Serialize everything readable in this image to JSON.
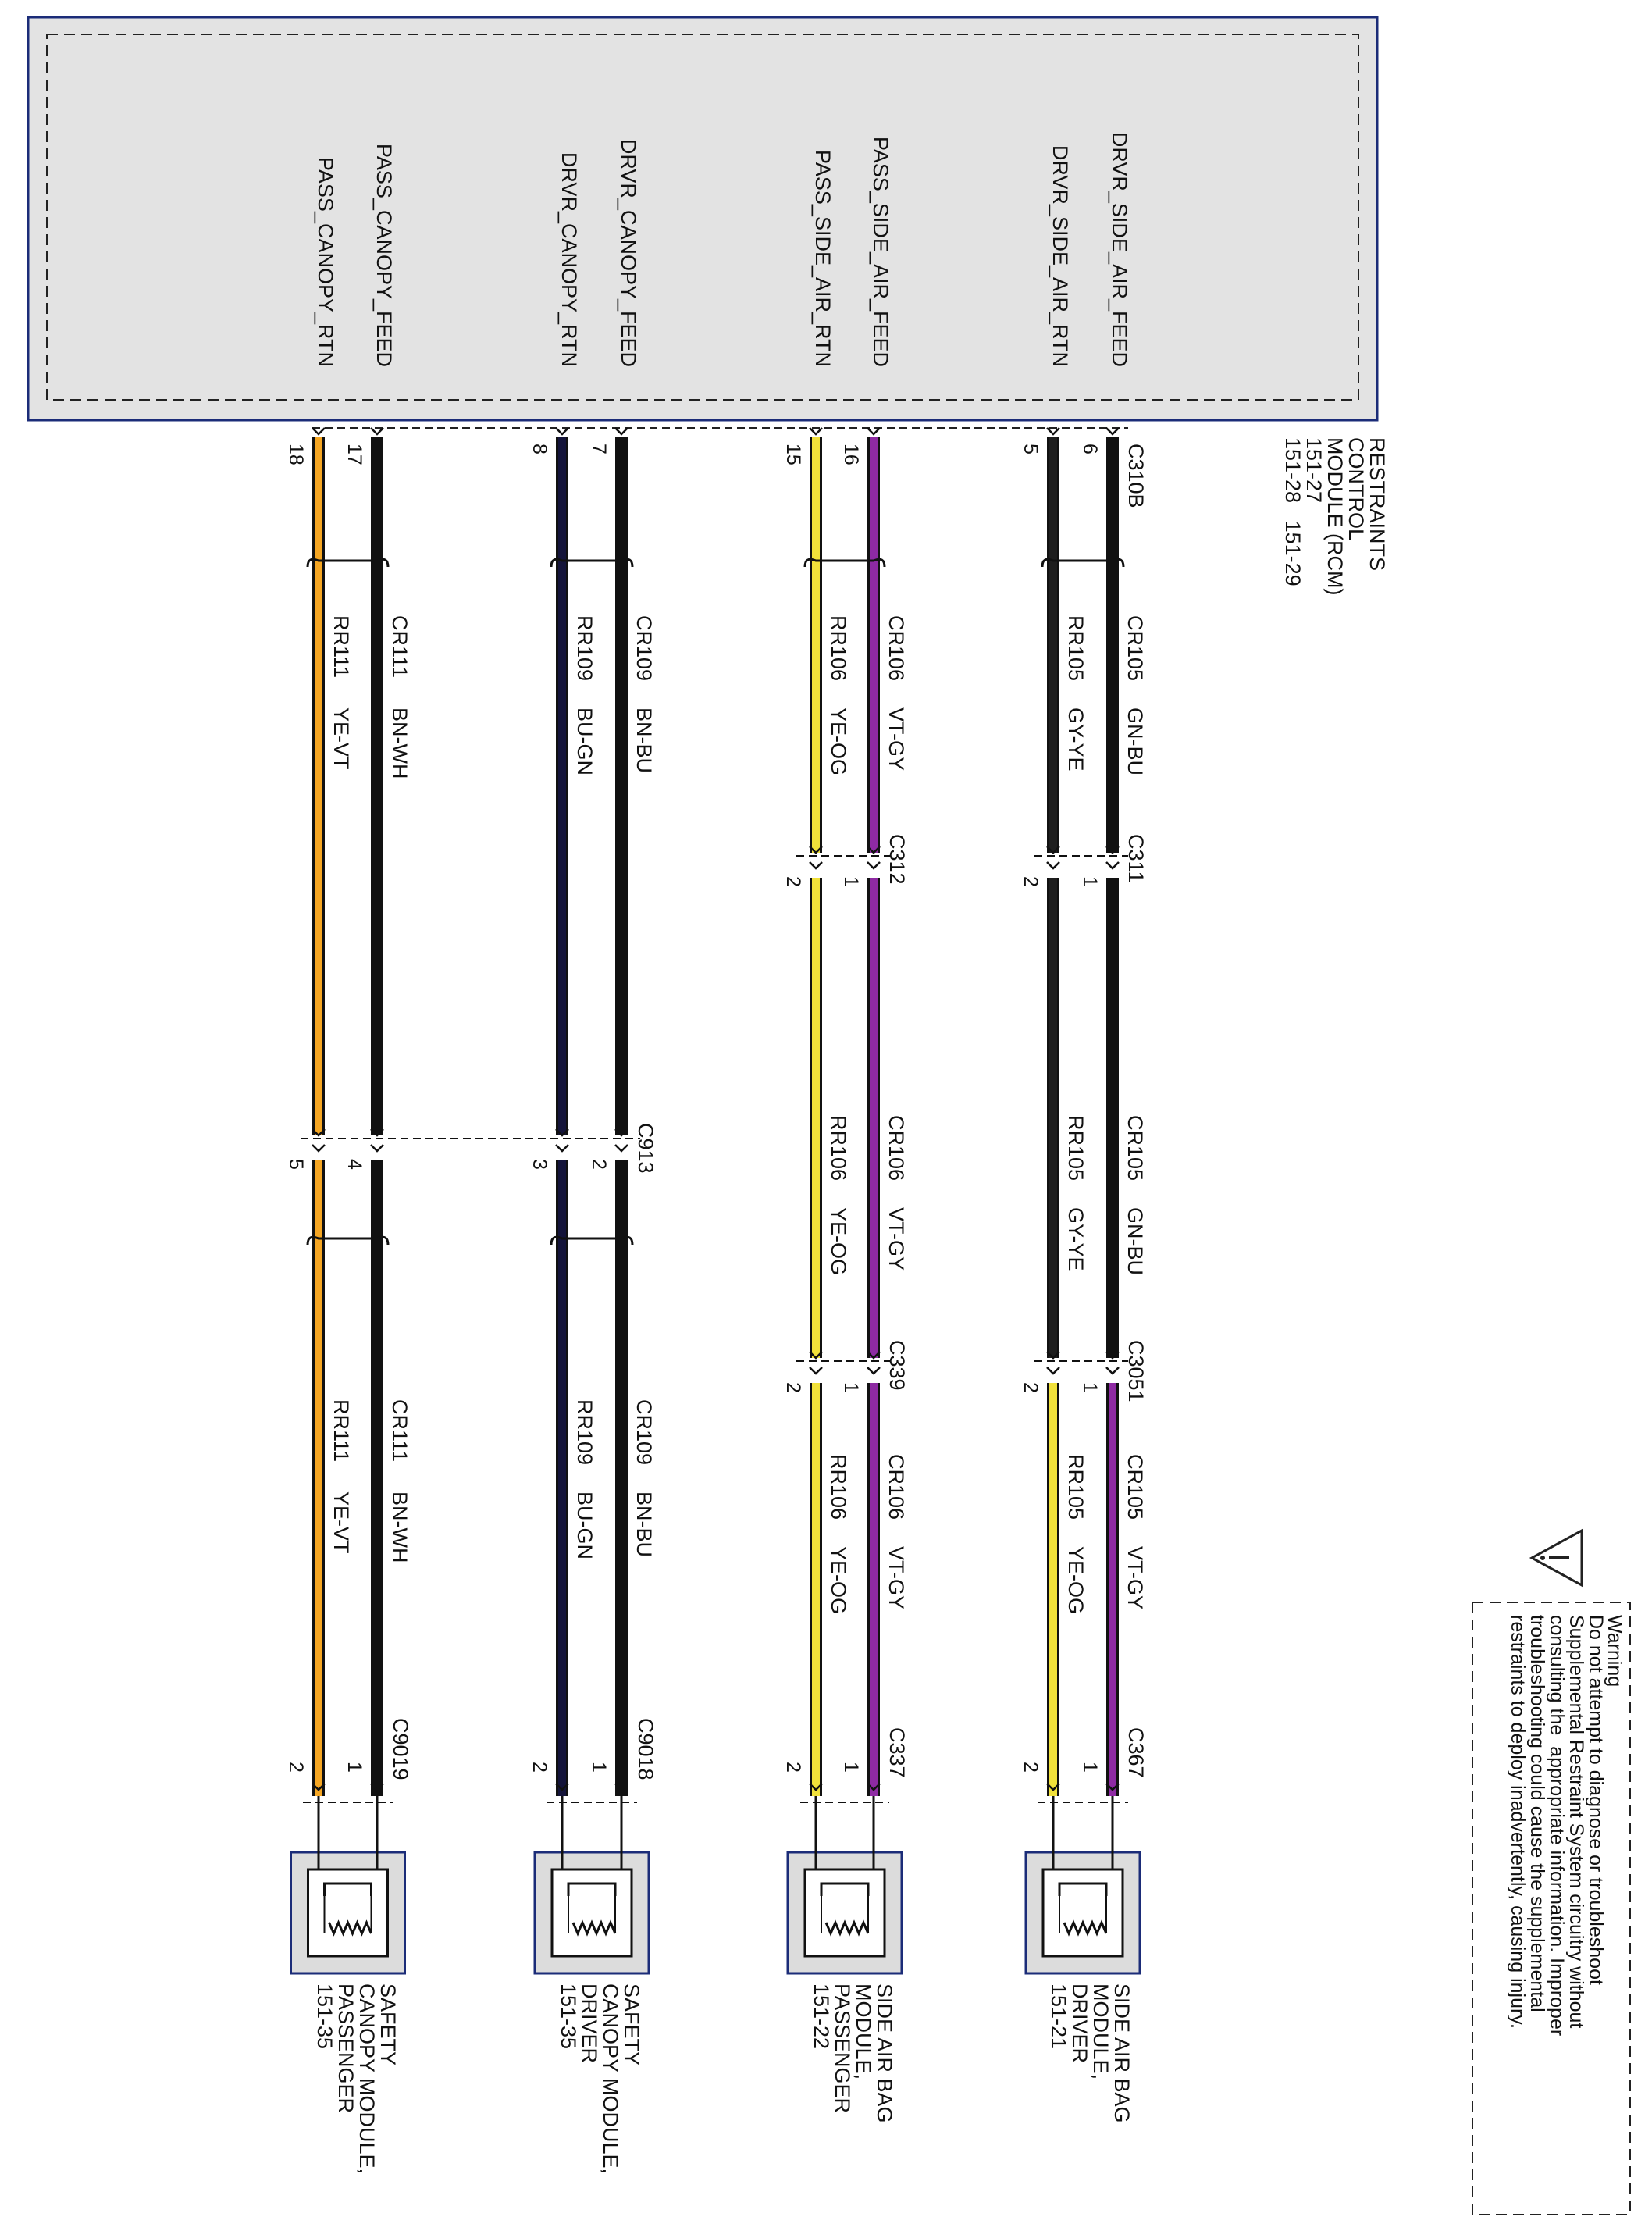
{
  "rcm": {
    "name_lines": [
      "RESTRAINTS",
      "CONTROL",
      "MODULE (RCM)",
      "151-27",
      "151-28   151-29"
    ],
    "connector": "C310B"
  },
  "signals": [
    "DRVR_SIDE_AIR_FEED",
    "DRVR_SIDE_AIR_RTN",
    "PASS_SIDE_AIR_FEED",
    "PASS_SIDE_AIR_RTN",
    "DRVR_CANOPY_FEED",
    "DRVR_CANOPY_RTN",
    "PASS_CANOPY_FEED",
    "PASS_CANOPY_RTN"
  ],
  "rcm_pins": [
    "6",
    "5",
    "16",
    "15",
    "7",
    "8",
    "17",
    "18"
  ],
  "colors": {
    "GN-BU": "#111111",
    "GY-YE": "#1e1e1e",
    "VT-GY": "#8e2aa3",
    "YE-OG": "#f1e13a",
    "BN-BU": "#111111",
    "BU-GN": "#14143a",
    "BN-WH": "#111111",
    "YE-VT": "#f5a623"
  },
  "wires": [
    {
      "s1": {
        "circuit": "CR105",
        "color": "GN-BU"
      },
      "s2": {
        "circuit": "CR105",
        "color": "GN-BU"
      },
      "s3": {
        "circuit": "CR105",
        "color": "VT-GY"
      }
    },
    {
      "s1": {
        "circuit": "RR105",
        "color": "GY-YE"
      },
      "s2": {
        "circuit": "RR105",
        "color": "GY-YE"
      },
      "s3": {
        "circuit": "RR105",
        "color": "YE-OG"
      }
    },
    {
      "s1": {
        "circuit": "CR106",
        "color": "VT-GY"
      },
      "s2": {
        "circuit": "CR106",
        "color": "VT-GY"
      },
      "s3": {
        "circuit": "CR106",
        "color": "VT-GY"
      }
    },
    {
      "s1": {
        "circuit": "RR106",
        "color": "YE-OG"
      },
      "s2": {
        "circuit": "RR106",
        "color": "YE-OG"
      },
      "s3": {
        "circuit": "RR106",
        "color": "YE-OG"
      }
    },
    {
      "s1": {
        "circuit": "CR109",
        "color": "BN-BU"
      },
      "s2": null,
      "s3": {
        "circuit": "CR109",
        "color": "BN-BU"
      }
    },
    {
      "s1": {
        "circuit": "RR109",
        "color": "BU-GN"
      },
      "s2": null,
      "s3": {
        "circuit": "RR109",
        "color": "BU-GN"
      }
    },
    {
      "s1": {
        "circuit": "CR111",
        "color": "BN-WH"
      },
      "s2": null,
      "s3": {
        "circuit": "CR111",
        "color": "BN-WH"
      }
    },
    {
      "s1": {
        "circuit": "RR111",
        "color": "YE-VT"
      },
      "s2": null,
      "s3": {
        "circuit": "RR111",
        "color": "YE-VT"
      }
    }
  ],
  "inline_connectors": [
    {
      "name": "C311",
      "pins": [
        "1",
        "2"
      ]
    },
    {
      "name": "C312",
      "pins": [
        "1",
        "2"
      ]
    },
    {
      "name": "C913",
      "pins": [
        "2",
        "3",
        "4",
        "5"
      ]
    },
    {
      "name": "C3051",
      "pins": [
        "1",
        "2"
      ]
    },
    {
      "name": "C339",
      "pins": [
        "1",
        "2"
      ]
    }
  ],
  "end_connectors": [
    {
      "name": "C367",
      "pins": [
        "1",
        "2"
      ]
    },
    {
      "name": "C337",
      "pins": [
        "1",
        "2"
      ]
    },
    {
      "name": "C9018",
      "pins": [
        "1",
        "2"
      ]
    },
    {
      "name": "C9019",
      "pins": [
        "1",
        "2"
      ]
    }
  ],
  "modules": [
    {
      "lines": [
        "SIDE AIR BAG",
        "MODULE,",
        "DRIVER",
        "151-21"
      ]
    },
    {
      "lines": [
        "SIDE AIR BAG",
        "MODULE,",
        "PASSENGER",
        "151-22"
      ]
    },
    {
      "lines": [
        "SAFETY",
        "CANOPY MODULE,",
        "DRIVER",
        "151-35"
      ]
    },
    {
      "lines": [
        "SAFETY",
        "CANOPY MODULE,",
        "PASSENGER",
        "151-35"
      ]
    }
  ],
  "warning": {
    "icon": "warning-triangle-icon",
    "title": "Warning",
    "lines": [
      "Do not attempt to diagnose or troubleshoot",
      "Supplemental Restraint System circuitry without",
      "consulting the  appropriate information. Improper",
      "troubleshooting could cause the supplemental",
      "restraints to deploy inadvertently, causing injury."
    ]
  }
}
